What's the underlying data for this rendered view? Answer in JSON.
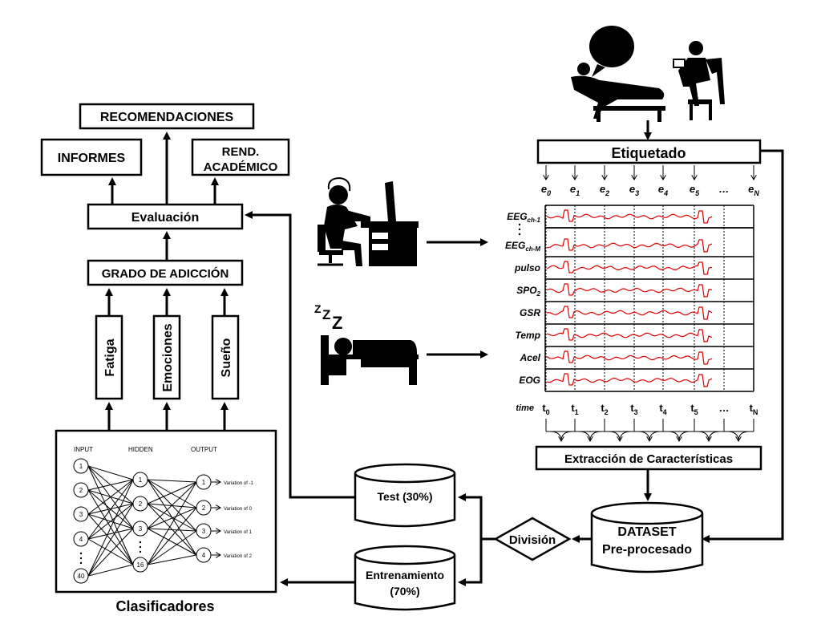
{
  "left": {
    "recomendaciones": "RECOMENDACIONES",
    "informes": "INFORMES",
    "rend_line1": "REND.",
    "rend_line2": "ACADÉMICO",
    "evaluacion": "Evaluación",
    "grado": "GRADO DE ADICCIÓN",
    "pillars": [
      "Fatiga",
      "Emociones",
      "Sueño"
    ],
    "clasificadores": "Clasificadores"
  },
  "nn": {
    "headers": [
      "INPUT",
      "HIDDEN",
      "OUTPUT"
    ],
    "inputs": [
      "1",
      "2",
      "3",
      "4",
      "40"
    ],
    "hidden": [
      "1",
      "2",
      "3",
      "16"
    ],
    "outputs": [
      "1",
      "2",
      "3",
      "4"
    ],
    "output_labels": [
      "Variation of -1",
      "Variation of 0",
      "Variation of 1",
      "Variation of 2"
    ]
  },
  "right": {
    "etiquetado": "Etiquetado",
    "event_labels": [
      "e0",
      "e1",
      "e2",
      "e3",
      "e4",
      "e5",
      "…",
      "eN"
    ],
    "channels": [
      "EEGch-1",
      "EEGch-M",
      "pulso",
      "SPO2",
      "GSR",
      "Temp",
      "Acel",
      "EOG"
    ],
    "time_label": "time",
    "time_ticks": [
      "t0",
      "t1",
      "t2",
      "t3",
      "t4",
      "t5",
      "…",
      "tN"
    ],
    "extraccion": "Extracción de Características",
    "dataset_line1": "DATASET",
    "dataset_line2": "Pre-procesado",
    "division": "División",
    "test": "Test (30%)",
    "train_line1": "Entrenamiento",
    "train_line2": "(70%)"
  },
  "icons": [
    "therapist-icon",
    "desk-worker-icon",
    "sleeping-person-icon"
  ],
  "colors": {
    "signal": "#e00000",
    "stroke": "#000000"
  }
}
